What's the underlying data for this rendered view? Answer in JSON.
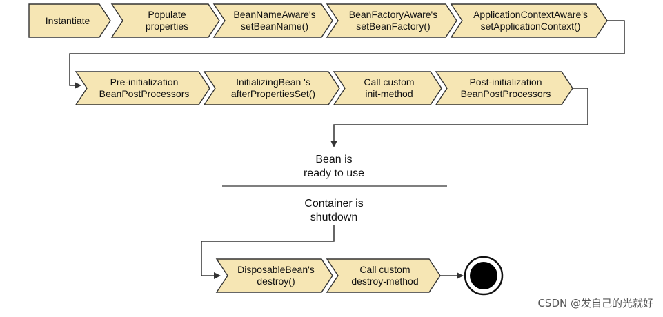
{
  "colors": {
    "fill": "#f6e6b4",
    "stroke": "#333333",
    "text": "#111111"
  },
  "steps": [
    {
      "id": "instantiate",
      "label": "Instantiate"
    },
    {
      "id": "populate",
      "label": "Populate\nproperties"
    },
    {
      "id": "beannameaware",
      "label": "BeanNameAware's\nsetBeanName()"
    },
    {
      "id": "beanfactoryaware",
      "label": "BeanFactoryAware's\nsetBeanFactory()"
    },
    {
      "id": "appcontextaware",
      "label": "ApplicationContextAware's\nsetApplicationContext()"
    },
    {
      "id": "preinit",
      "label": "Pre-initialization\nBeanPostProcessors"
    },
    {
      "id": "initializingbean",
      "label": "InitializingBean  's\nafterPropertiesSet()"
    },
    {
      "id": "custominit",
      "label": "Call custom\ninit-method"
    },
    {
      "id": "postinit",
      "label": "Post-initialization\nBeanPostProcessors"
    },
    {
      "id": "disposable",
      "label": "DisposableBean's\ndestroy()"
    },
    {
      "id": "customdestroy",
      "label": "Call custom\ndestroy-method"
    }
  ],
  "ready_text": "Bean is\nready to use",
  "shutdown_text": "Container is\nshutdown",
  "end_state": "final-state",
  "watermark": "CSDN @发自己的光就好"
}
